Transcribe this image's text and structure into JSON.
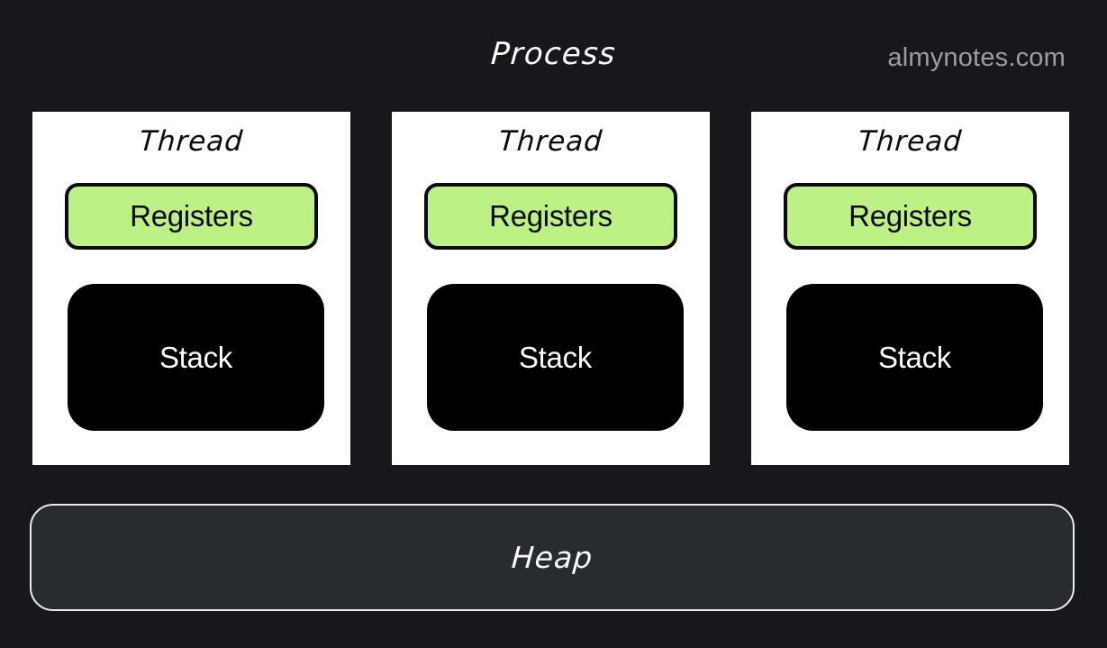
{
  "header": {
    "title": "Process",
    "watermark": "almynotes.com"
  },
  "colors": {
    "background": "#16181b",
    "card_background": "#ffffff",
    "registers_fill": "#bdf085",
    "registers_border": "#0b0b0b",
    "stack_fill": "#000000",
    "stack_text": "#ffffff",
    "heap_fill": "#282c31",
    "heap_border": "#e9ebee",
    "watermark_text": "#9b9ea3",
    "title_text": "#fdfdfd"
  },
  "threads": [
    {
      "label": "Thread",
      "registers": "Registers",
      "stack": "Stack"
    },
    {
      "label": "Thread",
      "registers": "Registers",
      "stack": "Stack"
    },
    {
      "label": "Thread",
      "registers": "Registers",
      "stack": "Stack"
    }
  ],
  "heap": {
    "label": "Heap"
  }
}
